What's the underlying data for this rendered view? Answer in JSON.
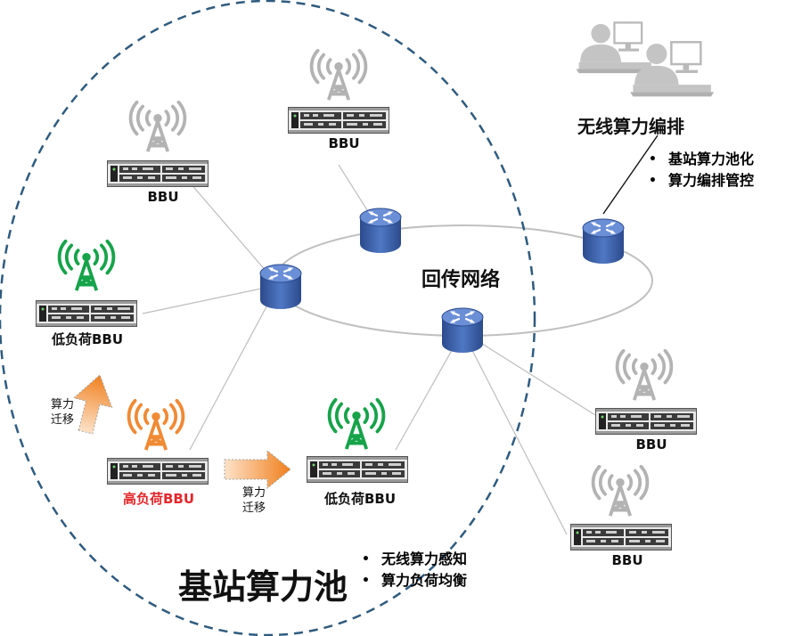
{
  "colors": {
    "tower_gray": "#b3b3b3",
    "tower_green": "#16a34a",
    "tower_orange": "#f08a35",
    "router_blue": "#3a5ea8",
    "pool_border": "#2f5b7f",
    "high_load_text": "#e3262b",
    "arrow_orange": "#f39a4b"
  },
  "labels": {
    "bbu": "BBU",
    "low_load_bbu": "低负荷BBU",
    "high_load_bbu": "高负荷BBU",
    "migration_line1": "算力",
    "migration_line2": "迁移",
    "backhaul_network": "回传网络",
    "pool_title": "基站算力池",
    "orchestration_title": "无线算力编排"
  },
  "orchestration_bullets": [
    "基站算力池化",
    "算力编排管控"
  ],
  "pool_bullets": [
    "无线算力感知",
    "算力负荷均衡"
  ],
  "icons": [
    "tower-icon",
    "router-icon",
    "bbu-device-icon",
    "operators-icon",
    "migration-arrow-icon"
  ]
}
